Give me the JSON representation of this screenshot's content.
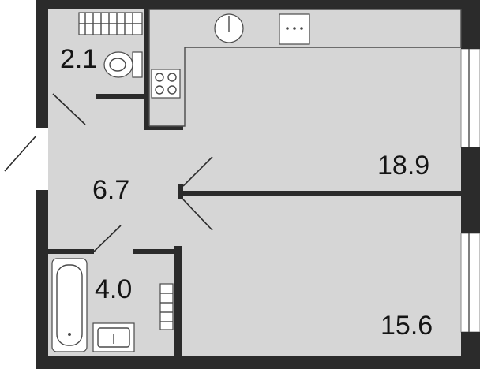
{
  "plan": {
    "rooms": [
      {
        "id": "wc",
        "area_label": "2.1"
      },
      {
        "id": "hall",
        "area_label": "6.7"
      },
      {
        "id": "bathroom",
        "area_label": "4.0"
      },
      {
        "id": "living-kitchen",
        "area_label": "18.9"
      },
      {
        "id": "bedroom",
        "area_label": "15.6"
      }
    ]
  }
}
